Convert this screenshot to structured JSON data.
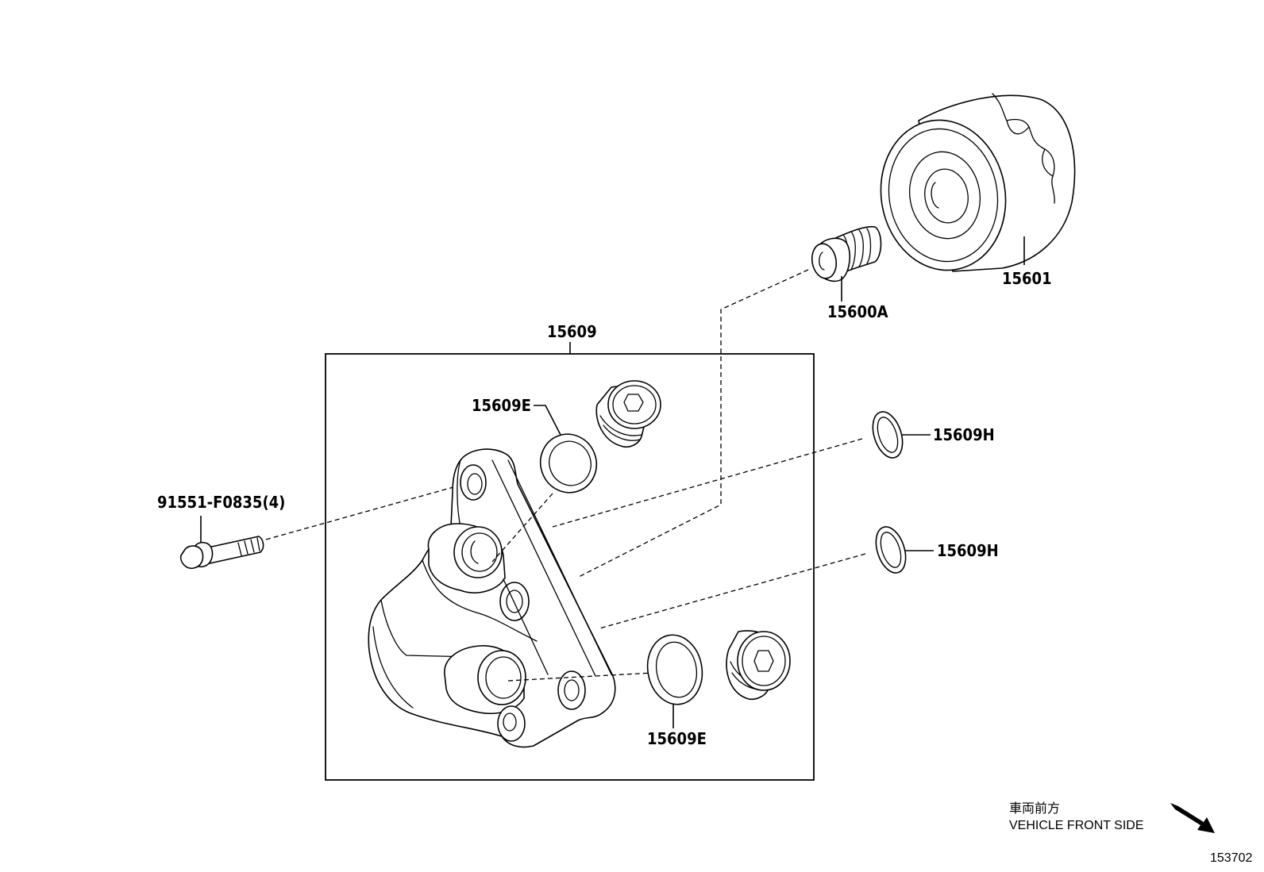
{
  "diagram": {
    "labels": {
      "oil_filter": "15601",
      "filter_union": "15600A",
      "bracket_assembly": "15609",
      "gasket_upper": "15609E",
      "gasket_lower": "15609E",
      "oring_upper": "15609H",
      "oring_lower": "15609H",
      "bolt": "91551-F0835(4)"
    },
    "direction_note": {
      "japanese": "車両前方",
      "english": "VEHICLE FRONT SIDE"
    },
    "reference_number": "153702"
  }
}
